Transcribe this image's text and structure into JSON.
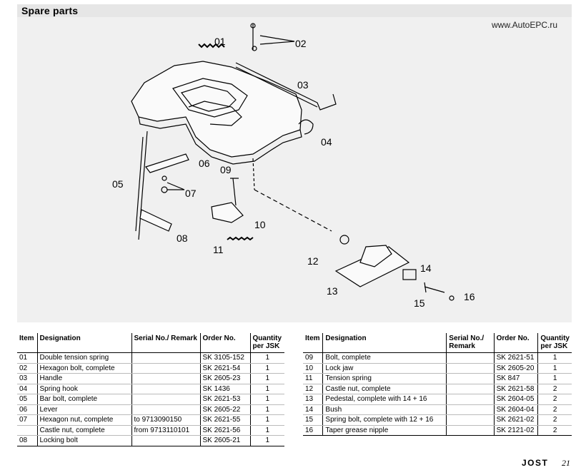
{
  "page": {
    "title": "Spare parts",
    "watermark": "www.AutoEPC.ru",
    "brand": "JOST",
    "page_number": "21"
  },
  "diagram": {
    "callouts": [
      "01",
      "02",
      "03",
      "04",
      "05",
      "06",
      "07",
      "08",
      "09",
      "10",
      "11",
      "12",
      "13",
      "14",
      "15",
      "16"
    ]
  },
  "table": {
    "headers": {
      "item": "Item",
      "designation": "Designation",
      "serial": "Serial No./ Remark",
      "order": "Order No.",
      "qty": "Quantity per JSK"
    },
    "left_rows": [
      {
        "item": "01",
        "designation": "Double tension spring",
        "serial": "",
        "order": "SK 3105-152",
        "qty": "1"
      },
      {
        "item": "02",
        "designation": "Hexagon bolt, complete",
        "serial": "",
        "order": "SK 2621-54",
        "qty": "1"
      },
      {
        "item": "03",
        "designation": "Handle",
        "serial": "",
        "order": "SK 2605-23",
        "qty": "1"
      },
      {
        "item": "04",
        "designation": "Spring hook",
        "serial": "",
        "order": "SK 1436",
        "qty": "1"
      },
      {
        "item": "05",
        "designation": "Bar bolt, complete",
        "serial": "",
        "order": "SK 2621-53",
        "qty": "1"
      },
      {
        "item": "06",
        "designation": "Lever",
        "serial": "",
        "order": "SK 2605-22",
        "qty": "1"
      },
      {
        "item": "07",
        "designation": "Hexagon nut, complete",
        "serial": "to 9713090150",
        "order": "SK 2621-55",
        "qty": "1"
      },
      {
        "item": "",
        "designation": "Castle nut, complete",
        "serial": "from 9713110101",
        "order": "SK 2621-56",
        "qty": "1"
      },
      {
        "item": "08",
        "designation": "Locking bolt",
        "serial": "",
        "order": "SK 2605-21",
        "qty": "1"
      }
    ],
    "right_rows": [
      {
        "item": "09",
        "designation": "Bolt, complete",
        "serial": "",
        "order": "SK 2621-51",
        "qty": "1"
      },
      {
        "item": "10",
        "designation": "Lock jaw",
        "serial": "",
        "order": "SK 2605-20",
        "qty": "1"
      },
      {
        "item": "11",
        "designation": "Tension spring",
        "serial": "",
        "order": "SK 847",
        "qty": "1"
      },
      {
        "item": "12",
        "designation": "Castle nut, complete",
        "serial": "",
        "order": "SK 2621-58",
        "qty": "2"
      },
      {
        "item": "13",
        "designation": "Pedestal, complete with 14 + 16",
        "serial": "",
        "order": "SK 2604-05",
        "qty": "2"
      },
      {
        "item": "14",
        "designation": "Bush",
        "serial": "",
        "order": "SK 2604-04",
        "qty": "2"
      },
      {
        "item": "15",
        "designation": "Spring bolt, complete with 12 + 16",
        "serial": "",
        "order": "SK 2621-02",
        "qty": "2"
      },
      {
        "item": "16",
        "designation": "Taper grease nipple",
        "serial": "",
        "order": "SK 2121-02",
        "qty": "2"
      }
    ]
  }
}
